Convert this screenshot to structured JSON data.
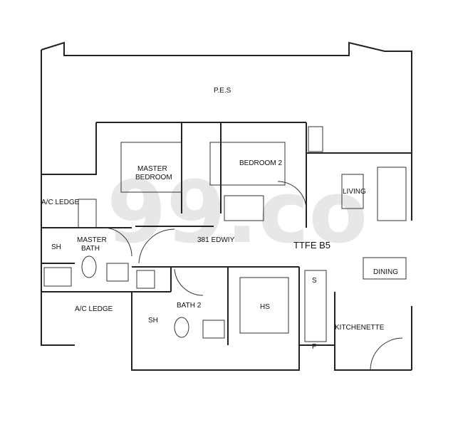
{
  "plan": {
    "unit_type": "TTFE B5",
    "rooms": {
      "pes": "P.E.S",
      "master_bedroom_1": "MASTER",
      "master_bedroom_2": "BEDROOM",
      "bedroom2": "BEDROOM 2",
      "ac_ledge_top": "A/C LEDGE",
      "living": "LIVING",
      "sh_master": "SH",
      "master_bath_1": "MASTER",
      "master_bath_2": "BATH",
      "dining": "DINING",
      "ac_ledge_bottom": "A/C LEDGE",
      "bath2": "BATH 2",
      "sh_bath2": "SH",
      "hs": "HS",
      "kitchenette": "KITCHENETTE",
      "sink": "S",
      "fridge": "F",
      "mirrored_text": "381 EDWIY"
    },
    "watermark": "99.co"
  }
}
